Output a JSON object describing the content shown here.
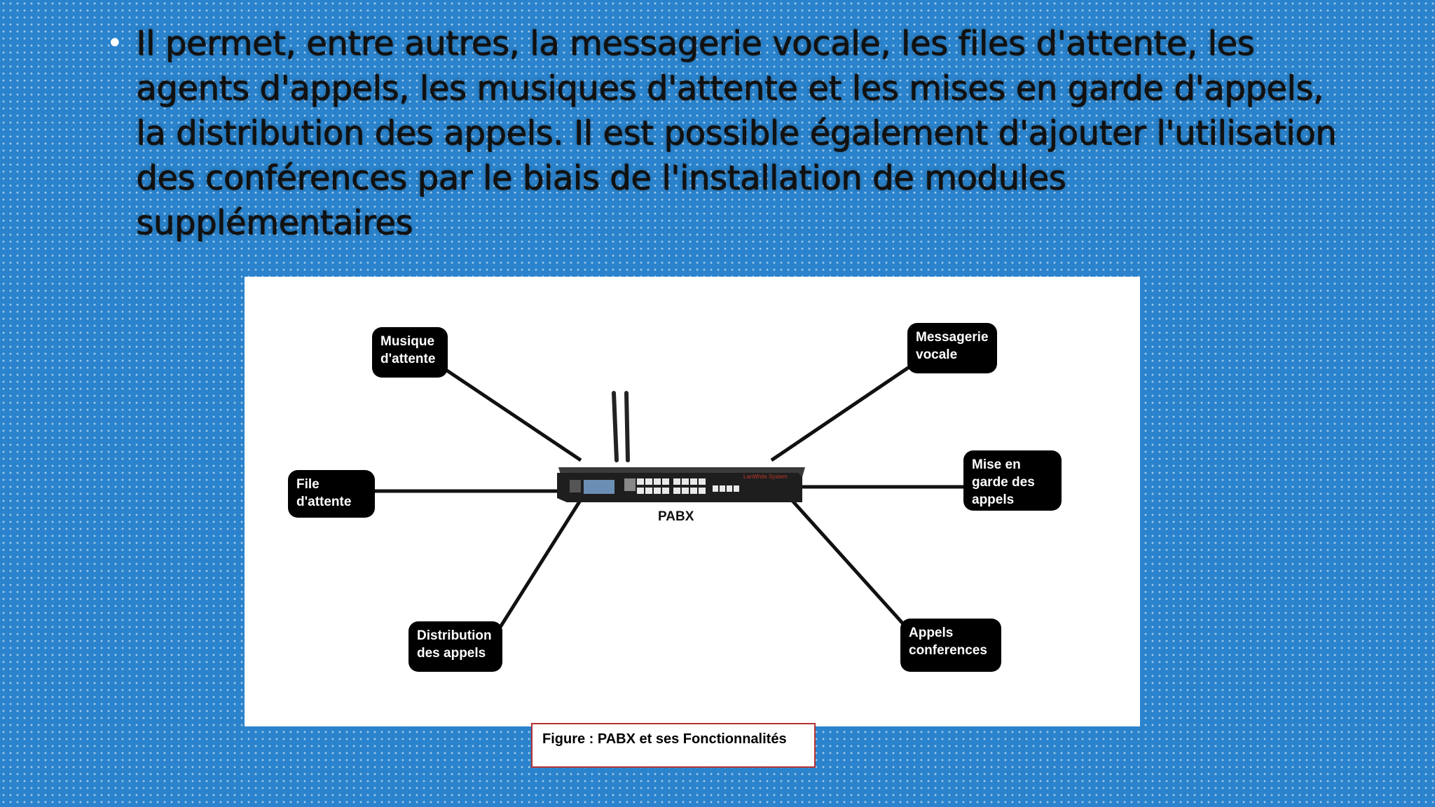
{
  "slide": {
    "bullet_text": "Il permet, entre autres, la messagerie vocale, les files d'attente, les agents d'appels, les musiques d'attente et les mises en garde d'appels, la distribution des appels. Il est possible également d'ajouter l'utilisation des conférences par le biais de l'installation de modules supplémentaires",
    "bullet_glyph": "•"
  },
  "diagram": {
    "hub": "PABX",
    "device_brand": "LanWhite System",
    "nodes": {
      "musique": "Musique d'attente",
      "messagerie": "Messagerie vocale",
      "file": "File d'attente",
      "mise": "Mise en garde des appels",
      "distribution": "Distribution des appels",
      "appels": "Appels conferences"
    }
  },
  "caption": "Figure : PABX et ses Fonctionnalités",
  "colors": {
    "background": "#2a83cc",
    "node": "#000000",
    "caption_border": "#b33232"
  }
}
